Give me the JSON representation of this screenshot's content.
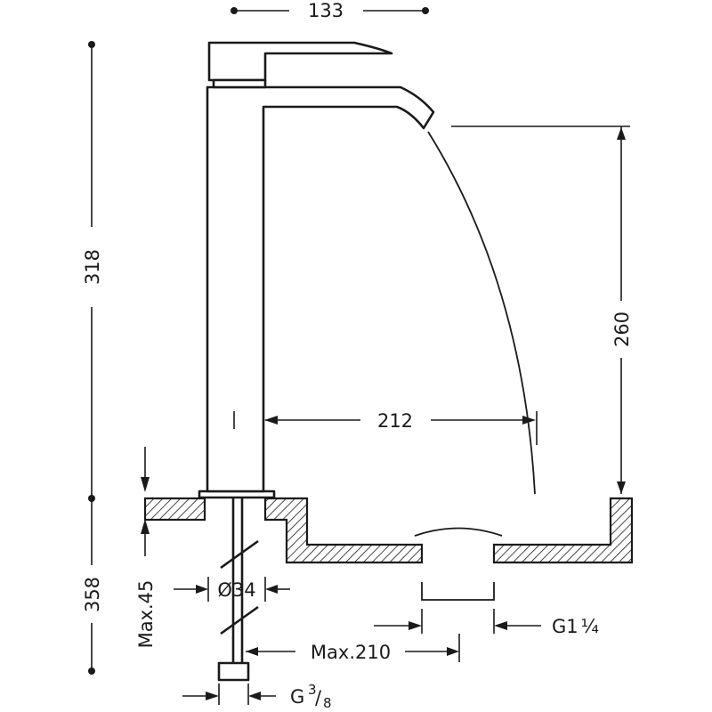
{
  "drawing": {
    "dimensions": {
      "width_top": "133",
      "total_height": "318",
      "spout_height": "260",
      "reach": "212",
      "below_height": "358",
      "max_thickness": "Max.45",
      "hole_diameter": "Ø34",
      "drain_thread_main": "G1",
      "drain_thread_fraction": "¼",
      "max_distance": "Max.210",
      "supply_thread_main": "G",
      "supply_thread_num": "3",
      "supply_thread_slash": "/",
      "supply_thread_den": "8"
    }
  }
}
